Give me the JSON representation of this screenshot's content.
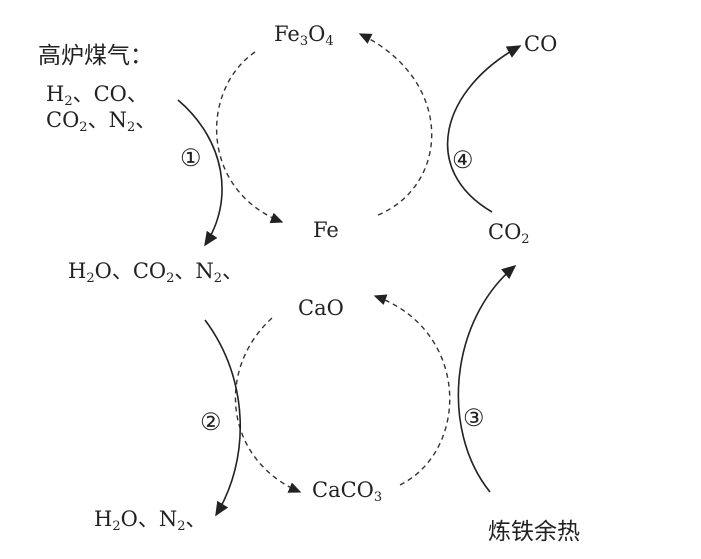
{
  "title": "高炉煤气：",
  "inputs_line1": [
    "H",
    "2",
    "、CO、"
  ],
  "inputs_line2": [
    "CO",
    "2",
    "、N",
    "2",
    "、"
  ],
  "step_labels": [
    "①",
    "②",
    "③",
    "④"
  ],
  "species": {
    "fe3o4": [
      "Fe",
      "3",
      "O",
      "4"
    ],
    "fe": "Fe",
    "co": "CO",
    "co2": [
      "CO",
      "2"
    ],
    "cao": "CaO",
    "caco3": [
      "CaCO",
      "3"
    ]
  },
  "mid_products": [
    "H",
    "2",
    "O、CO",
    "2",
    "、N",
    "2",
    "、"
  ],
  "final_products": [
    "H",
    "2",
    "O、N",
    "2",
    "、"
  ],
  "heat_source": "炼铁余热"
}
